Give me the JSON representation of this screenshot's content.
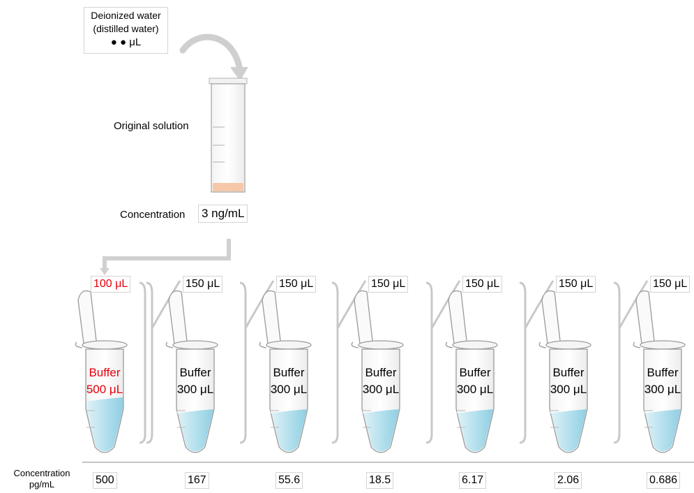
{
  "source_box": {
    "line1": "Deionized water",
    "line2": "(distilled water)",
    "volume": "● ● μL"
  },
  "original": {
    "label": "Original solution",
    "concentration_label": "Concentration",
    "concentration_value": "3 ng/mL"
  },
  "tubes": [
    {
      "transfer": "100 μL",
      "buffer": "Buffer",
      "volume": "500 μL",
      "highlight": true
    },
    {
      "transfer": "150 μL",
      "buffer": "Buffer",
      "volume": "300 μL",
      "highlight": false
    },
    {
      "transfer": "150 μL",
      "buffer": "Buffer",
      "volume": "300 μL",
      "highlight": false
    },
    {
      "transfer": "150 μL",
      "buffer": "Buffer",
      "volume": "300 μL",
      "highlight": false
    },
    {
      "transfer": "150 μL",
      "buffer": "Buffer",
      "volume": "300 μL",
      "highlight": false
    },
    {
      "transfer": "150 μL",
      "buffer": "Buffer",
      "volume": "300 μL",
      "highlight": false
    },
    {
      "transfer": "150 μL",
      "buffer": "Buffer",
      "volume": "300 μL",
      "highlight": false
    }
  ],
  "footer": {
    "label_line1": "Concentration",
    "label_line2": "pg/mL",
    "values": [
      "500",
      "167",
      "55.6",
      "18.5",
      "6.17",
      "2.06",
      "0.686"
    ]
  },
  "colors": {
    "highlight": "#e8000b",
    "liquid": "#a9dcea",
    "tube_outline": "#9a9a9a",
    "pellet": "#f6c7a8"
  }
}
